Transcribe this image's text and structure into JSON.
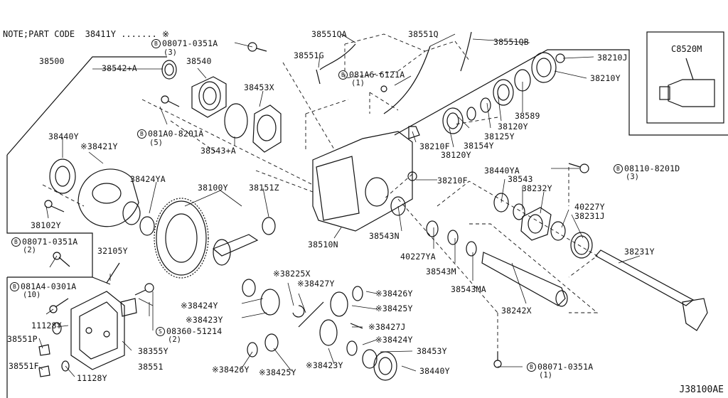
{
  "note": {
    "prefix": "NOTE;PART CODE",
    "code": "38411Y",
    "dots": ".......",
    "mark": "※"
  },
  "inset": {
    "label": "C8520M"
  },
  "diagram_code": "J38100AE",
  "labels": {
    "p38500": "38500",
    "p38542a": "38542+A",
    "p38540": "38540",
    "p38453x": "38453X",
    "p38543a": "38543+A",
    "p38440y_top": "38440Y",
    "p38421y": "※38421Y",
    "p38424ya": "38424YA",
    "p38100y": "38100Y",
    "p38151z": "38151Z",
    "p38102y": "38102Y",
    "p32105y": "32105Y",
    "p38510n": "38510N",
    "p38543n": "38543N",
    "p40227ya": "40227YA",
    "p38543m": "38543M",
    "p38543ma": "38543MA",
    "p38242x": "38242X",
    "p38231y": "38231Y",
    "p38231j": "38231J",
    "p40227y": "40227Y",
    "p38232y": "38232Y",
    "p38543": "38543",
    "p38440ya": "38440YA",
    "p38210f_a": "38210F",
    "p38210f_b": "38210F",
    "p38120y_a": "38120Y",
    "p38120y_b": "38120Y",
    "p38154y": "38154Y",
    "p38125y": "38125Y",
    "p38589": "38589",
    "p38210y": "38210Y",
    "p38210j": "38210J",
    "p38551qa": "38551QA",
    "p38551q": "38551Q",
    "p38551qb": "38551QB",
    "p38551g": "38551G",
    "p38225x": "※38225X",
    "p38427y": "※38427Y",
    "p38426y_a": "※38426Y",
    "p38425y_a": "※38425Y",
    "p38424y_a": "※38424Y",
    "p38423y_a": "※38423Y",
    "p38427j": "※38427J",
    "p38424y_b": "※38424Y",
    "p38453y": "38453Y",
    "p38440y_bot": "38440Y",
    "p38426y_b": "※38426Y",
    "p38425y_b": "※38425Y",
    "p38423y_b": "※38423Y",
    "p38355y": "38355Y",
    "p38551": "38551",
    "p38551p": "38551P",
    "p38551f": "38551F",
    "p11128y_a": "11128Y",
    "p11128y_b": "11128Y"
  },
  "bolts": {
    "b1": {
      "circle": "B",
      "code": "08071-0351A",
      "qty": "(3)"
    },
    "b2": {
      "circle": "B",
      "code": "081A6-6121A",
      "qty": "(1)"
    },
    "b3": {
      "circle": "B",
      "code": "081A0-8201A",
      "qty": "(5)"
    },
    "b4": {
      "circle": "B",
      "code": "08110-8201D",
      "qty": "(3)"
    },
    "b5": {
      "circle": "B",
      "code": "08071-0351A",
      "qty": "(2)"
    },
    "b6": {
      "circle": "B",
      "code": "081A4-0301A",
      "qty": "(10)"
    },
    "b7": {
      "circle": "S",
      "code": "08360-51214",
      "qty": "(2)"
    },
    "b8": {
      "circle": "B",
      "code": "08071-0351A",
      "qty": "(1)"
    }
  }
}
